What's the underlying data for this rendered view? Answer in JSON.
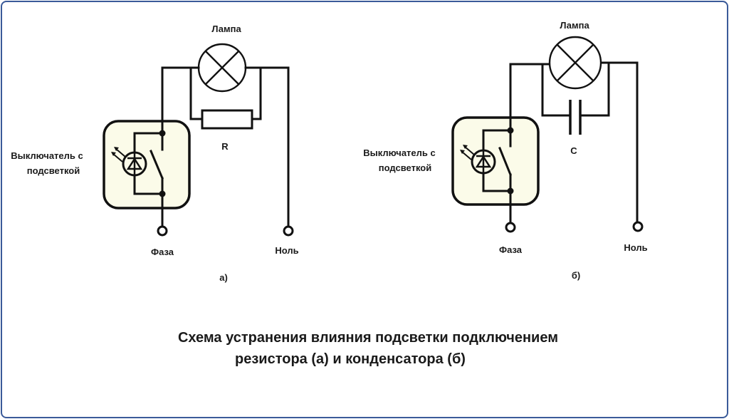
{
  "caption": {
    "line1": "Схема устранения влияния подсветки подключением",
    "line2": "резистора (а) и конденсатора (б)"
  },
  "diagrams": [
    {
      "id": "a",
      "label": "а)",
      "lamp_label": "Лампа",
      "component_label": "R",
      "component_type": "resistor",
      "switch_label_line1": "Выключатель с",
      "switch_label_line2": "подсветкой",
      "phase_label": "Фаза",
      "neutral_label": "Ноль"
    },
    {
      "id": "b",
      "label": "б)",
      "lamp_label": "Лампа",
      "component_label": "C",
      "component_type": "capacitor",
      "switch_label_line1": "Выключатель с",
      "switch_label_line2": "подсветкой",
      "phase_label": "Фаза",
      "neutral_label": "Ноль"
    }
  ],
  "colors": {
    "frame_border": "#3a5a99",
    "switch_fill": "#fbfbe9",
    "line": "#111111"
  }
}
